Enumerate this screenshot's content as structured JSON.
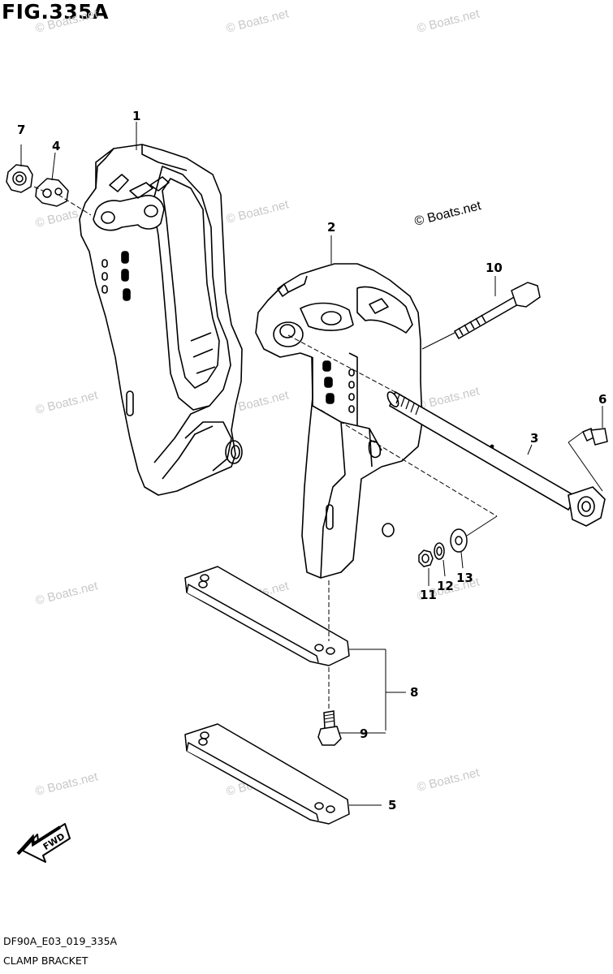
{
  "figure": {
    "title": "FIG.335A"
  },
  "watermark": {
    "text": "© Boats.net"
  },
  "callouts": {
    "c1": "1",
    "c2": "2",
    "c3": "3",
    "c4": "4",
    "c5": "5",
    "c6": "6",
    "c7": "7",
    "c8": "8",
    "c9": "9",
    "c10": "10",
    "c11": "11",
    "c12": "12",
    "c13": "13"
  },
  "fwd_arrow": {
    "label": "FWD"
  },
  "footer": {
    "code": "DF90A_E03_019_335A",
    "name": "CLAMP BRACKET"
  }
}
